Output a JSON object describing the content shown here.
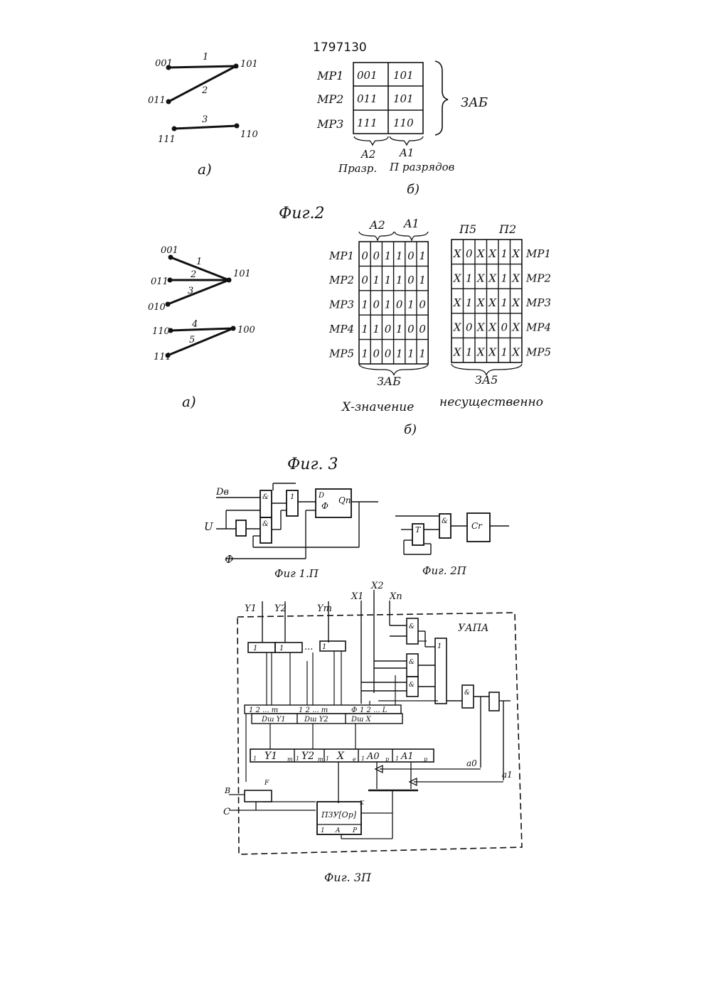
{
  "doc_number": "1797130",
  "fig2": {
    "graph": {
      "nodes": [
        "001",
        "011",
        "111",
        "101",
        "110"
      ],
      "edge_labels": [
        "1",
        "2",
        "3"
      ]
    },
    "table": {
      "rows": [
        "MP1",
        "MP2",
        "MP3"
      ],
      "cells": [
        [
          "001",
          "101"
        ],
        [
          "011",
          "101"
        ],
        [
          "111",
          "110"
        ]
      ],
      "brace_label": "ЗАБ",
      "col_captions": [
        "A2",
        "A1"
      ],
      "col_subcaptions": [
        "Празр.",
        "П разрядов"
      ]
    },
    "sub_a": "а)",
    "sub_b": "б)",
    "caption": "Фиг.2"
  },
  "fig3": {
    "graph": {
      "nodes": [
        "001",
        "011",
        "010",
        "101",
        "110",
        "111",
        "100"
      ],
      "edge_labels": [
        "1",
        "2",
        "3",
        "4",
        "5"
      ]
    },
    "table_left": {
      "col_headers": [
        "A2",
        "A1"
      ],
      "rows": [
        "MP1",
        "MP2",
        "MP3",
        "MP4",
        "MP5"
      ],
      "cells": [
        [
          "0",
          "0",
          "1",
          "1",
          "0",
          "1"
        ],
        [
          "0",
          "1",
          "1",
          "1",
          "0",
          "1"
        ],
        [
          "1",
          "0",
          "1",
          "0",
          "1",
          "0"
        ],
        [
          "1",
          "1",
          "0",
          "1",
          "0",
          "0"
        ],
        [
          "1",
          "0",
          "0",
          "1",
          "1",
          "1"
        ]
      ],
      "label": "ЗАБ"
    },
    "table_right": {
      "col_headers": [
        "П5",
        "П2"
      ],
      "rows": [
        "MP1",
        "MP2",
        "MP3",
        "MP4",
        "MP5"
      ],
      "cells": [
        [
          "X",
          "0",
          "X",
          "X",
          "1",
          "X"
        ],
        [
          "X",
          "1",
          "X",
          "X",
          "1",
          "X"
        ],
        [
          "X",
          "1",
          "X",
          "X",
          "1",
          "X"
        ],
        [
          "X",
          "0",
          "X",
          "X",
          "0",
          "X"
        ],
        [
          "X",
          "1",
          "X",
          "X",
          "1",
          "X"
        ]
      ],
      "label": "ЗА5"
    },
    "note_left": "Х-значение",
    "note_right": "несущественно",
    "sub_a": "а)",
    "sub_b": "б)",
    "caption": "Фиг. 3"
  },
  "fig1p": {
    "inputs": [
      "Dв",
      "U",
      "Ф"
    ],
    "gate_labels": [
      "&",
      "&",
      "1"
    ],
    "ff_labels": [
      "D",
      "Ф",
      "Qn"
    ],
    "caption": "Фиг 1.П"
  },
  "fig2p": {
    "labels": [
      "T",
      "&",
      "Cr"
    ],
    "caption": "Фиг. 2П"
  },
  "fig3p": {
    "outputs": [
      "Y1",
      "Y2",
      "Ym"
    ],
    "inputs_x": [
      "X1",
      "X2",
      "Xn"
    ],
    "unit_label": "УАПА",
    "top_cells": [
      "1",
      "1",
      "1"
    ],
    "ellipsis": "...",
    "bus_labels": [
      "1 2 ... m",
      "1 2 ... m",
      "Ф",
      "1 2 ... L"
    ],
    "dsh": [
      "Dш Y1",
      "Dш Y2",
      "Dш X"
    ],
    "register": [
      "1",
      "Y1",
      "m",
      "1",
      "Y2",
      "m",
      "1",
      "X",
      "e",
      "1",
      "A0",
      "p",
      "1",
      "A1",
      "p"
    ],
    "signals": [
      "a0",
      "a1"
    ],
    "side_inputs": [
      "B",
      "C",
      "F"
    ],
    "rom_label": "ПЗУ[Ор]",
    "rom_k": "K",
    "rom_ports": [
      "1",
      "A",
      "P"
    ],
    "gate_and": "&",
    "gate_or": "1",
    "caption": "Фиг. 3П"
  }
}
